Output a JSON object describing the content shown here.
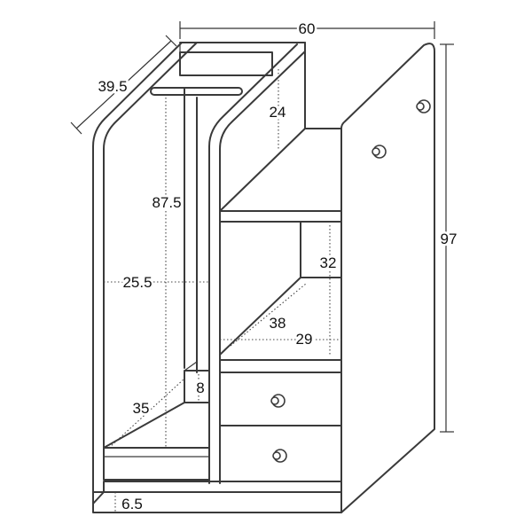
{
  "dimensions": {
    "width": "60",
    "depth": "39.5",
    "height": "97",
    "upper_shelf_depth": "24",
    "hanging_height": "87.5",
    "hanging_width": "25.5",
    "niche_height": "32",
    "niche_depth": "38",
    "niche_width": "29",
    "step_height": "8",
    "bottom_depth": "35",
    "base_height": "6.5"
  }
}
